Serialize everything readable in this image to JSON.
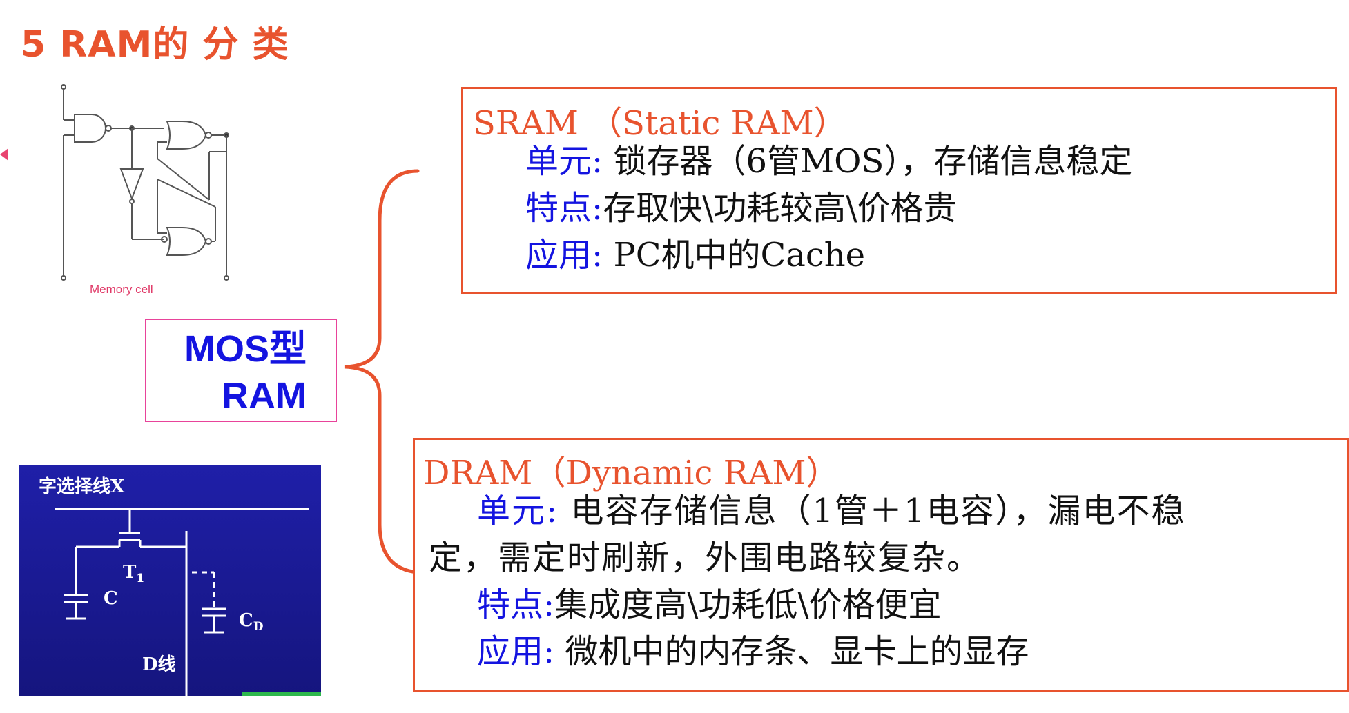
{
  "title": "5  RAM的 分 类",
  "memory_cell": {
    "label": "Memory cell"
  },
  "mos_box": {
    "line1": "MOS型",
    "line2": "RAM"
  },
  "sram": {
    "heading": "SRAM （Static RAM）",
    "unit_key": "单元:",
    "unit_val": " 锁存器（6管MOS），存储信息稳定",
    "feature_key": "特点:",
    "feature_val": "存取快\\功耗较高\\价格贵",
    "app_key": "应用:",
    "app_val": "  PC机中的Cache"
  },
  "dram": {
    "heading": "DRAM（Dynamic RAM）",
    "unit_key": "单元:",
    "unit_val": " 电容存储信息（1管＋1电容），漏电不稳",
    "unit_cont": "定，需定时刷新，外围电路较复杂。",
    "feature_key": "特点:",
    "feature_val": "集成度高\\功耗低\\价格便宜",
    "app_key": "应用:",
    "app_val": " 微机中的内存条、显卡上的显存"
  },
  "circuit": {
    "word_line": "字选择线X",
    "t1": "T",
    "t1_sub": "1",
    "c": "C",
    "cd": "C",
    "cd_sub": "D",
    "d_line": "D线"
  },
  "colors": {
    "title": "#e8532e",
    "box_border": "#e8532e",
    "key_blue": "#1414e0",
    "mos_border": "#e8439a",
    "circuit_bg": "#1a1a9c"
  }
}
